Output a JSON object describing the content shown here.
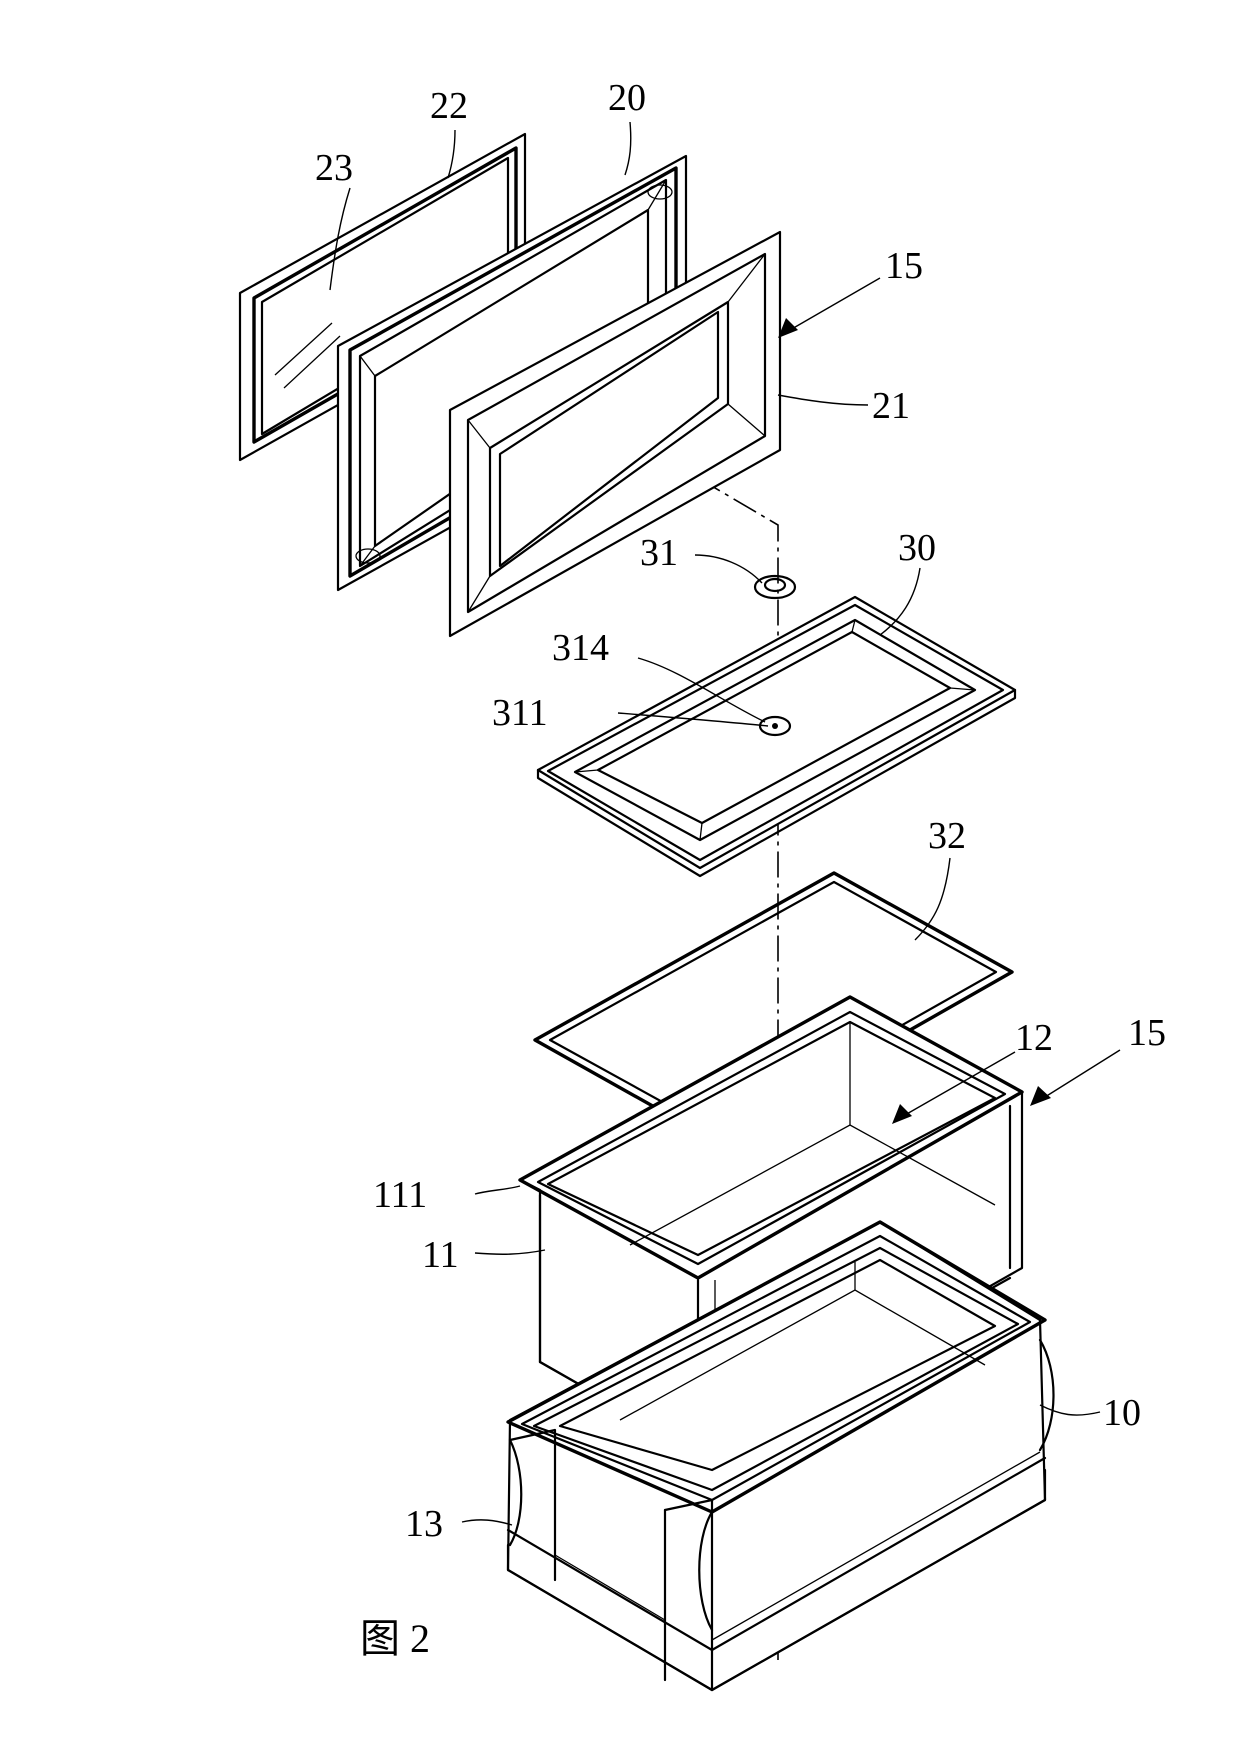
{
  "figure": {
    "caption": "图 2"
  },
  "labels": {
    "l23": "23",
    "l22": "22",
    "l20": "20",
    "l15_top": "15",
    "l21": "21",
    "l31": "31",
    "l30": "30",
    "l314": "314",
    "l311": "311",
    "l32": "32",
    "l12": "12",
    "l15_mid": "15",
    "l111": "111",
    "l11": "11",
    "l10": "10",
    "l13": "13"
  }
}
